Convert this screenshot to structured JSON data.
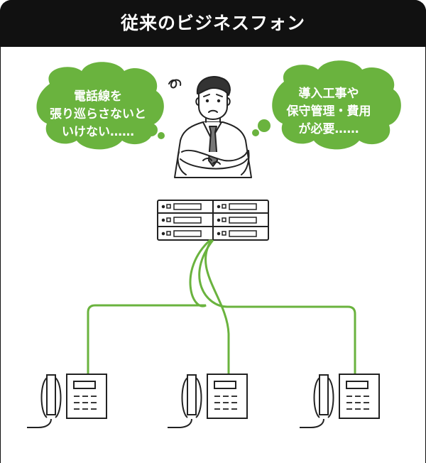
{
  "header": {
    "title": "従来のビジネスフォン"
  },
  "bubble_left": {
    "lines": [
      "電話線を",
      "張り巡らさないと",
      "いけない……"
    ]
  },
  "bubble_right": {
    "lines": [
      "導入工事や",
      "保守管理・費用",
      "が必要……"
    ]
  },
  "colors": {
    "header_bg": "#111111",
    "bubble": "#6ab33e",
    "wire": "#6ab33e",
    "ink": "#222222"
  },
  "icons": [
    "worried-businessman-icon",
    "pbx-switch-icon",
    "desk-phone-icon",
    "thought-bubble"
  ]
}
